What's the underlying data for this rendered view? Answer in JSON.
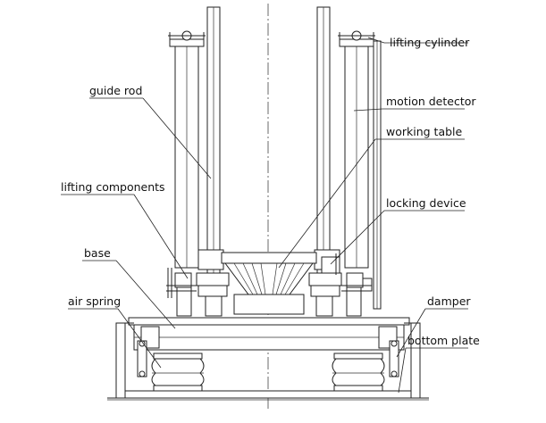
{
  "labels": {
    "lifting_cylinder": "lifting cylinder",
    "guide_rod": "guide rod",
    "motion_detector": "motion detector",
    "working_table": "working table",
    "lifting_components": "lifting components",
    "locking_device": "locking device",
    "base": "base",
    "air_spring": "air spring",
    "damper": "damper",
    "bottom_plate": "bottom plate"
  }
}
